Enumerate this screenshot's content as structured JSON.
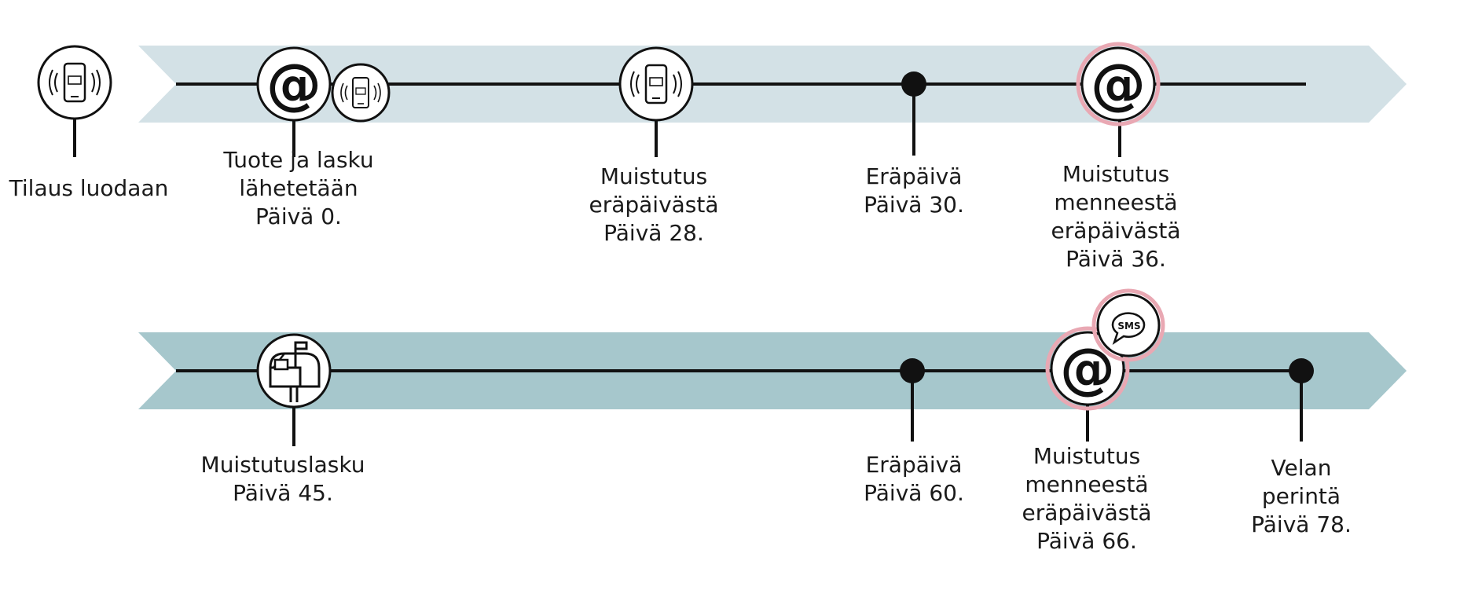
{
  "colors": {
    "band_top": "#d3e1e6",
    "band_bottom": "#a6c7cc",
    "line": "#111111",
    "highlight_ring": "#e9a8b3"
  },
  "timeline_top": {
    "events": [
      {
        "id": "tilaus",
        "icon": "phone-icon",
        "lines": [
          "Tilaus luodaan"
        ]
      },
      {
        "id": "tuote",
        "icon": "email-at-icon",
        "extra_icon": "phone-icon",
        "lines": [
          "Tuote ja lasku",
          "lähetetään",
          "Päivä 0."
        ]
      },
      {
        "id": "muistutus28",
        "icon": "phone-icon",
        "lines": [
          "Muistutus",
          "eräpäivästä",
          "Päivä 28."
        ]
      },
      {
        "id": "erapaiva30",
        "icon": "dot",
        "lines": [
          "Eräpäivä",
          "Päivä 30."
        ]
      },
      {
        "id": "muistutus36",
        "icon": "email-at-icon",
        "highlight": true,
        "lines": [
          "Muistutus",
          "menneestä",
          "eräpäivästä",
          "Päivä 36."
        ]
      }
    ]
  },
  "timeline_bottom": {
    "events": [
      {
        "id": "muistutuslasku45",
        "icon": "mailbox-icon",
        "lines": [
          "Muistutuslasku",
          "Päivä 45."
        ]
      },
      {
        "id": "erapaiva60",
        "icon": "dot",
        "lines": [
          "Eräpäivä",
          "Päivä 60."
        ]
      },
      {
        "id": "muistutus66",
        "icon": "email-at-icon",
        "highlight": true,
        "extra_icon": "sms-icon",
        "sms_text": "SMS",
        "lines": [
          "Muistutus",
          "menneestä",
          "eräpäivästä",
          "Päivä 66."
        ]
      },
      {
        "id": "perinta78",
        "icon": "dot",
        "lines": [
          "Velan",
          "perintä",
          "Päivä 78."
        ]
      }
    ]
  }
}
